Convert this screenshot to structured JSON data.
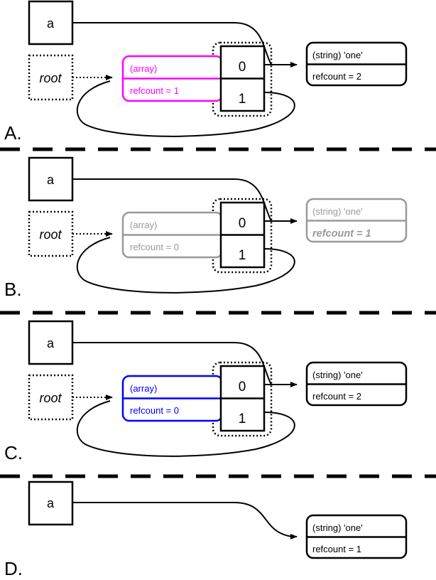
{
  "diagram": {
    "title": "PHP reference counting / garbage collection states",
    "type": "memory-reference-diagram",
    "colors": {
      "black": "#000000",
      "magenta": "#ff00ff",
      "blue": "#0000ff",
      "gray": "#999999",
      "background": "#ffffff"
    },
    "panel_labels": [
      "A.",
      "B.",
      "C.",
      "D."
    ]
  },
  "panels": [
    {
      "id": "A",
      "label": "A.",
      "variable_box": {
        "label": "a"
      },
      "root_box": {
        "label": "root"
      },
      "array_box": {
        "type_label": "(array)",
        "refcount_label": "refcount = 1",
        "color": "#ff00ff",
        "emphasis": "highlighted"
      },
      "array_cells": [
        {
          "index_label": "0"
        },
        {
          "index_label": "1"
        }
      ],
      "string_box": {
        "type_label": "(string) 'one'",
        "refcount_label": "refcount = 2",
        "color": "#000000",
        "emphasis": "normal"
      }
    },
    {
      "id": "B",
      "label": "B.",
      "variable_box": {
        "label": "a"
      },
      "root_box": {
        "label": "root"
      },
      "array_box": {
        "type_label": "(array)",
        "refcount_label": "refcount = 0",
        "color": "#999999",
        "emphasis": "dimmed"
      },
      "array_cells": [
        {
          "index_label": "0"
        },
        {
          "index_label": "1"
        }
      ],
      "string_box": {
        "type_label": "(string) 'one'",
        "refcount_label": "refcount = 1",
        "color": "#999999",
        "emphasis": "dimmed-bold-italic"
      }
    },
    {
      "id": "C",
      "label": "C.",
      "variable_box": {
        "label": "a"
      },
      "root_box": {
        "label": "root"
      },
      "array_box": {
        "type_label": "(array)",
        "refcount_label": "refcount = 0",
        "color": "#0000ff",
        "emphasis": "highlighted"
      },
      "array_cells": [
        {
          "index_label": "0"
        },
        {
          "index_label": "1"
        }
      ],
      "string_box": {
        "type_label": "(string) 'one'",
        "refcount_label": "refcount = 2",
        "color": "#000000",
        "emphasis": "normal"
      }
    },
    {
      "id": "D",
      "label": "D.",
      "variable_box": {
        "label": "a"
      },
      "root_box": null,
      "array_box": null,
      "array_cells": [],
      "string_box": {
        "type_label": "(string) 'one'",
        "refcount_label": "refcount = 1",
        "color": "#000000",
        "emphasis": "normal"
      }
    }
  ]
}
